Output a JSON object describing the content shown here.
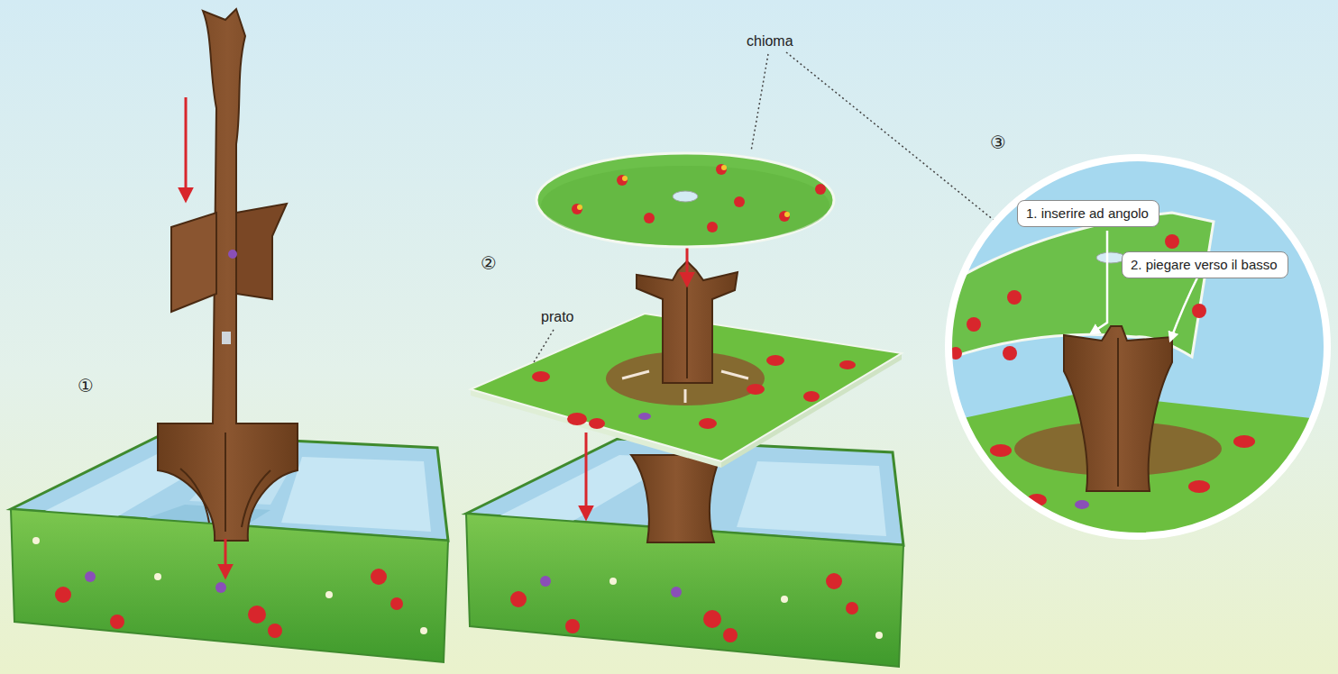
{
  "diagram": {
    "nodes": [
      {
        "text": [
          "1. inserire ad angolo"
        ]
      },
      {
        "text": [
          "2. piegare verso il basso"
        ]
      }
    ],
    "labels": [
      "chioma",
      "③",
      "②",
      "prato",
      "①"
    ]
  }
}
